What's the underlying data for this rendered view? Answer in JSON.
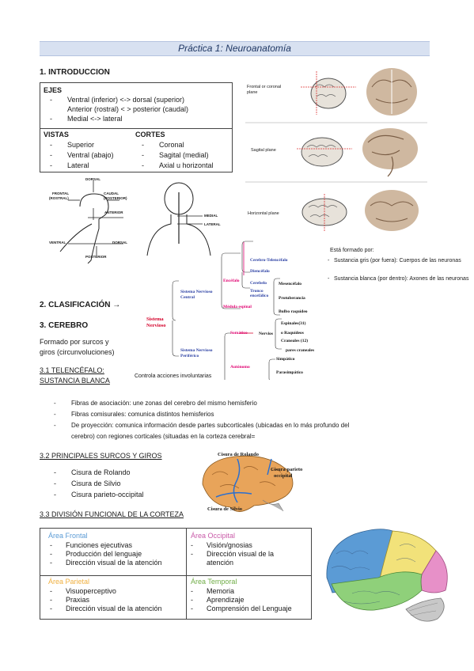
{
  "title": "Práctica 1: Neuroanatomía",
  "sections": {
    "intro": "1. INTRODUCCION",
    "clasificacion": "2. CLASIFICACIÓN →",
    "cerebro": "3. CEREBRO",
    "cerebro_text_1": "Formado por surcos y",
    "cerebro_text_2": "giros (circunvoluciones)",
    "telencefalo_1": "3.1 TELENCÉFALO:",
    "telencefalo_2": "SUSTANCIA BLANCA",
    "surcos": "3.2 PRINCIPALES SURCOS Y GIROS",
    "division": "3.3 DIVISIÓN FUNCIONAL DE LA CORTEZA"
  },
  "ejes": {
    "heading": "EJES",
    "items": [
      "Ventral (inferior) <-> dorsal (superior)",
      "Anterior (rostral) < > posterior (caudal)",
      "Medial <-> lateral"
    ]
  },
  "vistas": {
    "heading": "VISTAS",
    "items": [
      "Superior",
      "Ventral (abajo)",
      "Lateral"
    ]
  },
  "cortes": {
    "heading": "CORTES",
    "items": [
      "Coronal",
      "Sagital (medial)",
      "Axial u horizontal"
    ]
  },
  "axis_diagram": {
    "dorsal": "DORSAL",
    "frontal": "FRONTAL",
    "rostral": "(ROSTRAL)",
    "caudal": "CAUDAL",
    "posterior_top": "(POSTERIOR)",
    "anterior": "ANTERIOR",
    "ventral": "VENTRAL",
    "dorsal_low": "DORSAL",
    "posterior": "POSTERIOR",
    "medial": "MEDIAL",
    "lateral": "LATERAL"
  },
  "planes": {
    "coronal": "Frontal or coronal plane",
    "sagital": "Sagital plane",
    "horizontal": "Horizontal plane"
  },
  "tree": {
    "sistema": "Sistema",
    "nervioso": "Nervioso",
    "snc_1": "Sistema Nervioso",
    "snc_2": "Central",
    "snp_1": "Sistema Nervioso",
    "snp_2": "Periférico",
    "encefalo": "Encéfalo",
    "medula": "Médula espinal",
    "cerebro_tel": "Cerebro-Telencéfalo",
    "diencefalo": "Diencéfalo",
    "cerebelo": "Cerebelo",
    "tronco_1": "Tronco",
    "tronco_2": "encefálico",
    "mesencefalo": "Mesencéfalo",
    "protuberancia": "Protuberancia",
    "bulbo": "Bulbo raquídeo",
    "somatico": "Somático",
    "nervios": "Nervios",
    "espinales": "Espinales(31)",
    "raquideos": "o Raquídeos",
    "craneales": "Craneales (12)",
    "pares": "pares craneales",
    "autonomo": "Autónomo",
    "simpatico": "Simpático",
    "parasimpatico": "Parasimpático",
    "controla": "Controla acciones involuntarias"
  },
  "formado": {
    "heading": "Está formado por:",
    "items": [
      "Sustancia gris (por fuera): Cuerpos de las neuronas",
      "Sustancia blanca (por dentro): Axones de las neuronas"
    ]
  },
  "fibras": [
    "Fibras de asociación: une zonas del cerebro del mismo hemisferio",
    "Fibras comisurales: comunica distintos hemisferios",
    "De proyección: comunica información desde partes subcorticales (ubicadas en lo más profundo del",
    "cerebro) con regiones corticales (situadas en la corteza cerebral="
  ],
  "cisuras": [
    "Cisura de Rolando",
    "Cisura de Silvio",
    "Cisura parieto-occipital"
  ],
  "cisura_labels": {
    "rolando": "Cisura de Rolando",
    "parieto_1": "Cisura parieto",
    "parieto_2": "occipital",
    "silvio": "Cisura de Silvio"
  },
  "areas": {
    "frontal": {
      "name": "Área Frontal",
      "items": [
        "Funciones ejecutivas",
        "Producción del lenguaje",
        "Dirección visual de la atención"
      ]
    },
    "occipital": {
      "name": "Área Occipital",
      "items": [
        "Visión/gnosias",
        "Dirección visual de la",
        "atención"
      ]
    },
    "parietal": {
      "name": "Área Parietal",
      "items": [
        "Visuoperceptivo",
        "Praxias",
        "Dirección visual de la atención"
      ]
    },
    "temporal": {
      "name": "Área Temporal",
      "items": [
        "Memoria",
        "Aprendizaje",
        "Comprensión del Lenguaje"
      ]
    }
  },
  "colors": {
    "frontal": "#5b9bd5",
    "occipital": "#c95aa8",
    "parietal": "#f0b040",
    "temporal": "#70ad47",
    "title_bg": "#d8e1f1"
  }
}
